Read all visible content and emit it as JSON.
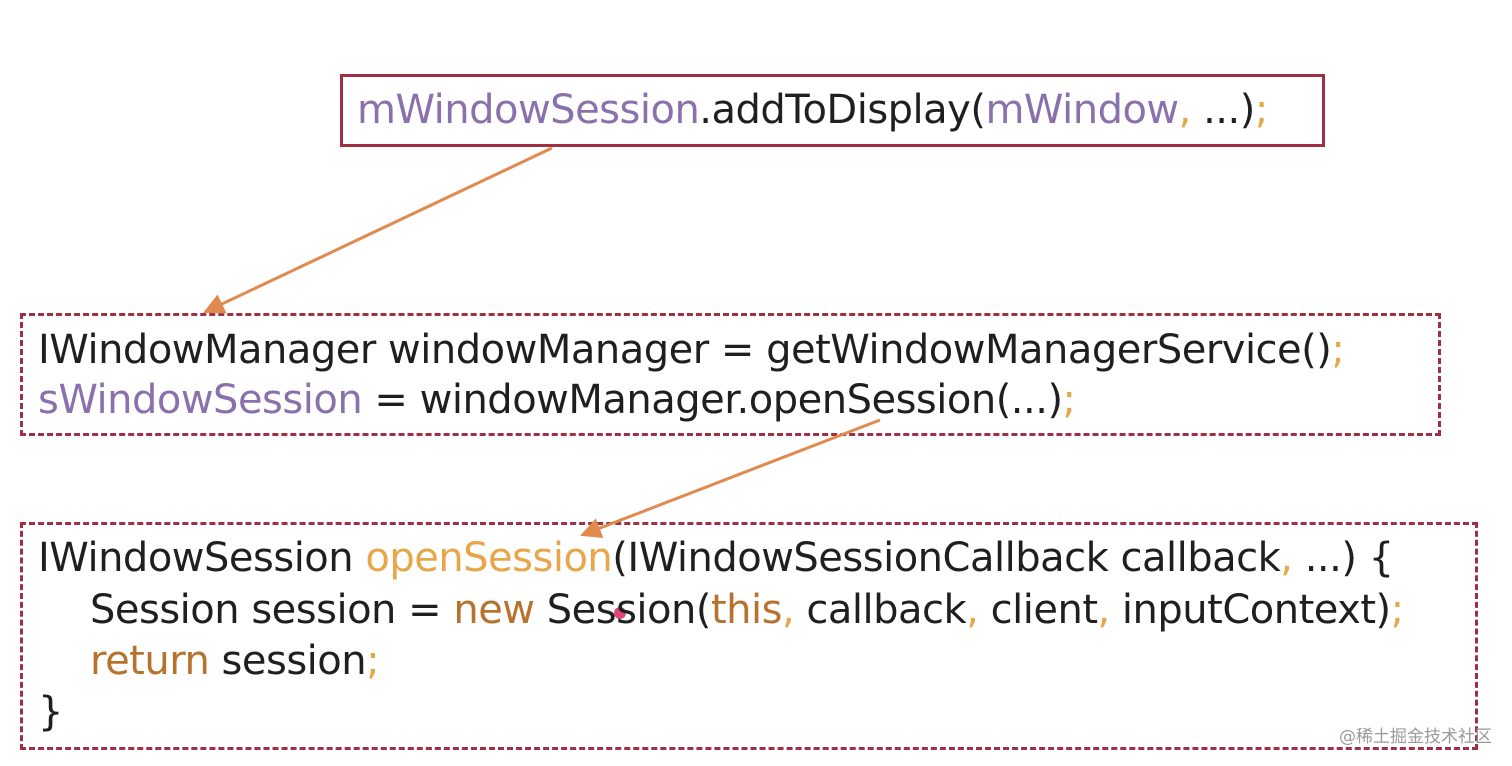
{
  "line1": {
    "obj": "mWindowSession",
    "method": ".addToDisplay(",
    "arg": "mWindow",
    "comma": ",",
    "rest": " ...)",
    "semi": ";"
  },
  "line2": {
    "type": "IWindowManager windowManager = getWindowManagerService()",
    "semi": ";"
  },
  "line3": {
    "var": "sWindowSession",
    "rest": " = windowManager.openSession(...)",
    "semi": ";"
  },
  "line4": {
    "type": "IWindowSession ",
    "method": "openSession",
    "params": "(IWindowSessionCallback callback",
    "comma": ",",
    "rest": " ...) {"
  },
  "line5": {
    "decl": "Session session = ",
    "kw_new": "new",
    "ctor": " Session(",
    "kw_this": "this",
    "comma1": ",",
    "arg1": " callback",
    "comma2": ",",
    "arg2": " client",
    "comma3": ",",
    "arg3": " inputContext)",
    "semi": ";"
  },
  "line6": {
    "kw_return": "return",
    "val": " session",
    "semi": ";"
  },
  "line7": {
    "brace": "}"
  },
  "watermark": "@稀土掘金技术社区",
  "colors": {
    "box": "#9e2f45",
    "arrow": "#e08a4f",
    "purple": "#8a70ad",
    "orange": "#e8a64a",
    "brown": "#b7722e",
    "dot": "#e0457a"
  }
}
